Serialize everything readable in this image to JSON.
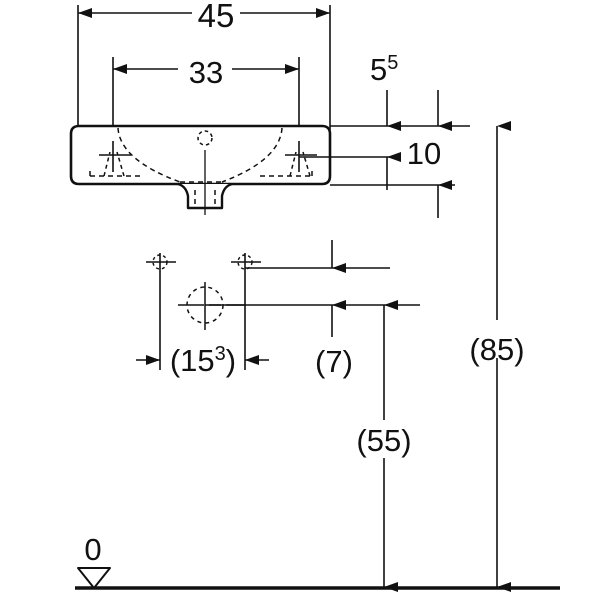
{
  "drawing": {
    "title": "Washbasin technical dimension drawing",
    "units": "cm",
    "line_color": "#111111",
    "background": "#ffffff"
  },
  "dimensions": {
    "overall_width": "45",
    "tap_hole_spacing": "33",
    "wall_offset_value": "5",
    "wall_offset_superscript": "5",
    "basin_depth": "10",
    "bracket_depth_value": "(15",
    "bracket_depth_superscript": "3",
    "bracket_depth_close": ")",
    "bracket_offset": "(7)",
    "drain_height": "(55)",
    "basin_height": "(85)",
    "datum": "0"
  },
  "labels": {
    "width_45": "45",
    "width_33": "33",
    "offset_5": "5",
    "offset_5_sup": "5",
    "depth_10": "10",
    "depth_15_open": "(15",
    "depth_15_sup": "3",
    "depth_15_close": ")",
    "offset_7": "(7)",
    "height_55": "(55)",
    "height_85": "(85)",
    "floor_datum": "0"
  }
}
